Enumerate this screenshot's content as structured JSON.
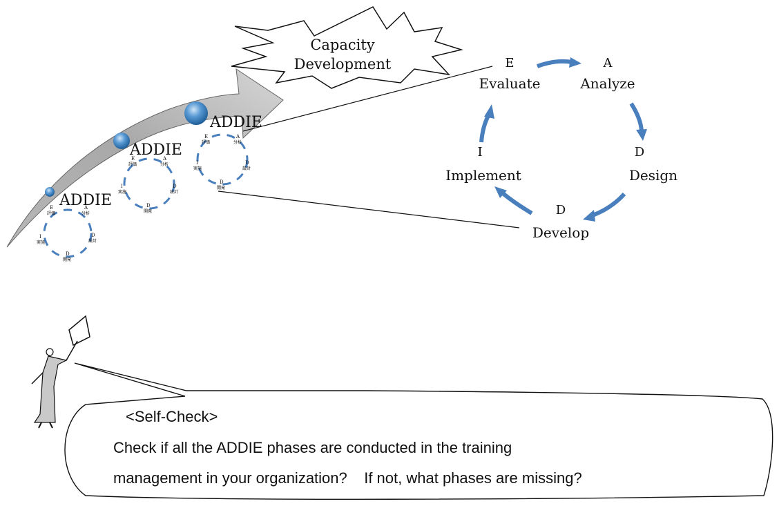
{
  "burst_label": {
    "line1": "Capacity",
    "line2": "Development"
  },
  "cycle_large": {
    "evaluate": {
      "letter": "E",
      "word": "Evaluate"
    },
    "analyze": {
      "letter": "A",
      "word": "Analyze"
    },
    "design": {
      "letter": "D",
      "word": "Design"
    },
    "develop": {
      "letter": "D",
      "word": "Develop"
    },
    "implement": {
      "letter": "I",
      "word": "Implement"
    },
    "arrow_color": "#4a7fbd"
  },
  "small_cycles": {
    "label": "ADDIE",
    "e_letter": "E",
    "e_word": "評価",
    "a_letter": "A",
    "a_word": "分析",
    "d1_letter": "D",
    "d1_word": "設計",
    "d2_letter": "D",
    "d2_word": "開発",
    "i_letter": "I",
    "i_word": "実施",
    "ring_color": "#4a7fbd",
    "sphere_color": "#3b7fc0"
  },
  "growth_arrow": {
    "color": "#9a9a9a"
  },
  "callout": {
    "title": "<Self-Check>",
    "line1": "Check if all the ADDIE phases are conducted in the training",
    "line2": "management in your organization?    If not, what phases are missing?"
  }
}
